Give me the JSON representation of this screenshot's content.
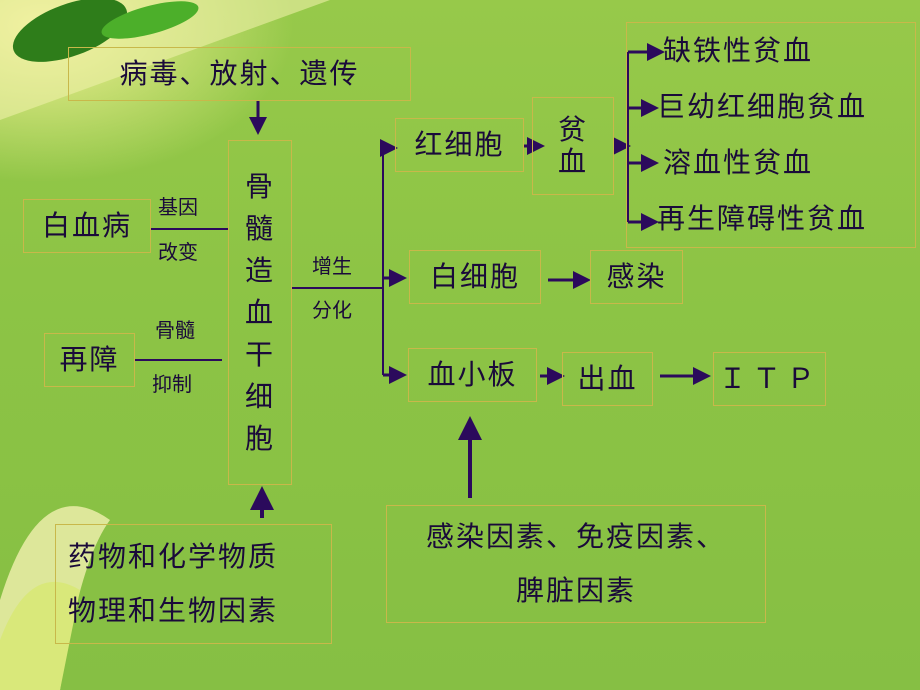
{
  "top_cause": "病毒、放射、遗传",
  "stem_cell_chars": [
    "骨",
    "髓",
    "造",
    "血",
    "干",
    "细",
    "胞"
  ],
  "left": {
    "leukemia": "白血病",
    "leukemia_edge_top": "基因",
    "leukemia_edge_bottom": "改变",
    "aplastic": "再障",
    "aplastic_edge_top": "骨髓",
    "aplastic_edge_bottom": "抑制"
  },
  "bottom_cause": {
    "line1": "药物和化学物质",
    "line2": "物理和生物因素"
  },
  "branch_edge": {
    "top": "增生",
    "bottom": "分化"
  },
  "branches": {
    "rbc": "红细胞",
    "anemia_chars": [
      "贫",
      "血"
    ],
    "anemia_types": [
      "缺铁性贫血",
      "巨幼红细胞贫血",
      "溶血性贫血",
      "再生障碍性贫血"
    ],
    "wbc": "白细胞",
    "infection": "感染",
    "platelet": "血小板",
    "bleeding": "出血",
    "itp": "ＩＴＰ"
  },
  "platelet_cause": {
    "line1": "感染因素、免疫因素、",
    "line2": "脾脏因素"
  },
  "colors": {
    "box_border": "#c8b84a",
    "arrow": "#2b0a5c",
    "text": "#1a0a3a"
  }
}
